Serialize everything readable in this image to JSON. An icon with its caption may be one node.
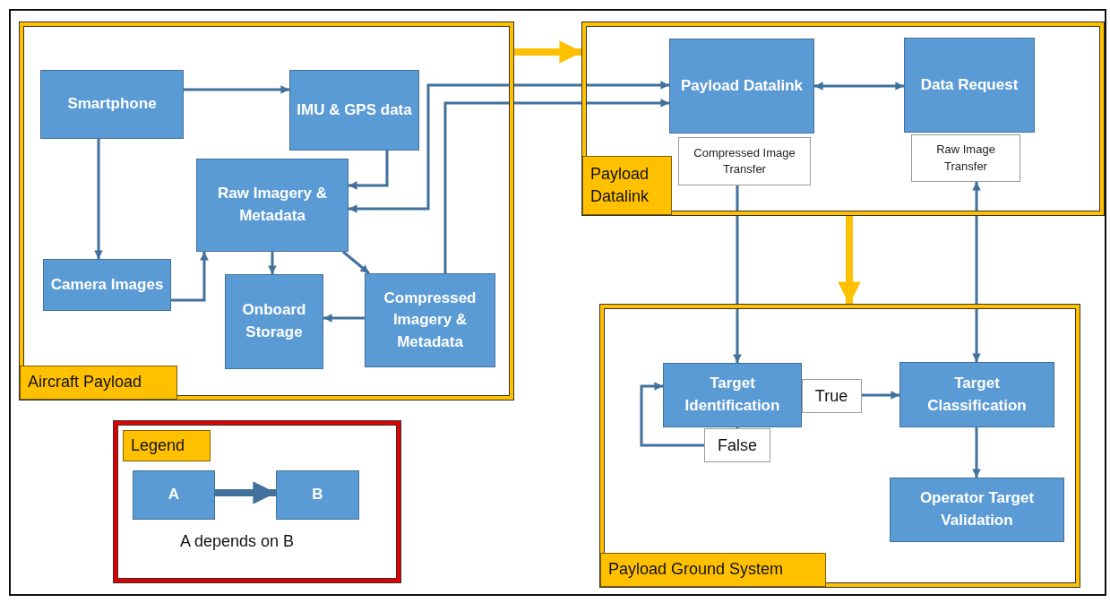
{
  "diagram": {
    "nodes": [
      {
        "text": [
          "Aircraft Payload"
        ]
      },
      {
        "text": [
          "Smartphone"
        ],
        "in": 0
      },
      {
        "text": [
          "IMU & GPS data"
        ],
        "in": 0
      },
      {
        "text": [
          "Raw Imagery & Metadata"
        ],
        "in": 0
      },
      {
        "text": [
          "Camera Images"
        ],
        "in": 0
      },
      {
        "text": [
          "Onboard Storage"
        ],
        "in": 0
      },
      {
        "text": [
          "Compressed Imagery & Metadata"
        ],
        "in": 0
      },
      {
        "text": [
          "Payload Datalink"
        ]
      },
      {
        "text": [
          "Payload Datalink"
        ],
        "in": 7
      },
      {
        "text": [
          "Data Request"
        ],
        "in": 7
      },
      {
        "text": [
          "Compressed Image Transfer"
        ],
        "in": 7
      },
      {
        "text": [
          "Raw Image Transfer"
        ],
        "in": 7
      },
      {
        "text": [
          "Payload Ground System"
        ]
      },
      {
        "text": [
          "Target Identification"
        ],
        "in": 12
      },
      {
        "text": [
          "Target Classification"
        ],
        "in": 12
      },
      {
        "text": [
          "Operator Target Validation"
        ],
        "in": 12
      },
      {
        "text": [
          "Legend",
          "A depends on B"
        ]
      },
      {
        "text": [
          "A"
        ],
        "in": 16
      },
      {
        "text": [
          "B"
        ],
        "in": 16
      }
    ],
    "edges": [
      {
        "from": 1,
        "to": 2,
        "arrow": "to"
      },
      {
        "from": 1,
        "to": 4,
        "arrow": "to"
      },
      {
        "from": 4,
        "to": 3,
        "arrow": "to"
      },
      {
        "from": 2,
        "to": 3,
        "arrow": "to"
      },
      {
        "from": 3,
        "to": 8,
        "arrow": "both"
      },
      {
        "from": 6,
        "to": 8,
        "arrow": "to"
      },
      {
        "from": 3,
        "to": 5,
        "arrow": "to"
      },
      {
        "from": 3,
        "to": 6,
        "arrow": "to"
      },
      {
        "from": 6,
        "to": 5,
        "arrow": "to"
      },
      {
        "from": 8,
        "to": 9,
        "arrow": "both"
      },
      {
        "from": 10,
        "to": 13,
        "arrow": "to"
      },
      {
        "from": 14,
        "to": 11,
        "arrow": "both"
      },
      {
        "from": 13,
        "to": 14,
        "arrow": "to",
        "label": "True"
      },
      {
        "from": 13,
        "to": 13,
        "arrow": "to",
        "label": "False"
      },
      {
        "from": 14,
        "to": 15,
        "arrow": "to"
      },
      {
        "from": 0,
        "to": 7,
        "arrow": "to",
        "style": "thick",
        "color": "#ffc000"
      },
      {
        "from": 7,
        "to": 12,
        "arrow": "to",
        "style": "thick",
        "color": "#ffc000"
      },
      {
        "from": 17,
        "to": 18,
        "arrow": "to",
        "style": "thick"
      }
    ]
  }
}
